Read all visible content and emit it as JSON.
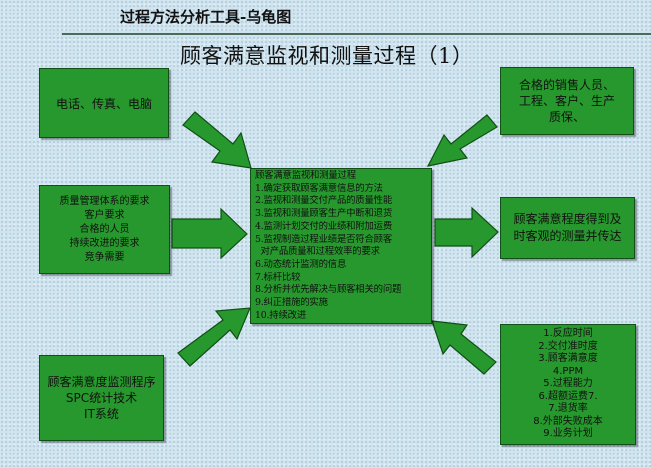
{
  "header": {
    "title": "过程方法分析工具-乌龟图",
    "main_title": "顾客满意监视和测量过程（1）"
  },
  "boxes": {
    "devices": {
      "lines": [
        "电话、传真、电脑"
      ]
    },
    "inputs": {
      "lines": [
        "质量管理体系的要求",
        "客户要求",
        "合格的人员",
        "持续改进的要求",
        "竞争需要"
      ]
    },
    "procedures": {
      "lines": [
        "顾客满意度监测程序",
        "SPC统计技术",
        "IT系统"
      ]
    },
    "personnel": {
      "lines": [
        "合格的销售人员、",
        "工程、客户、生产",
        "质保、"
      ]
    },
    "process": {
      "title": "顾客满意监视和测量过程",
      "steps": [
        "1.确定获取顾客满意信息的方法",
        "2.监视和测量交付产品的质量性能",
        "3.监视和测量顾客生产中断和退货",
        "4.监测计划交付的业绩和附加运费",
        "5.监视制造过程业绩是否符合顾客",
        "  对产品质量和过程效率的要求",
        "6.动态统计监测的信息",
        "7.标杆比较",
        "8.分析并优先解决与顾客相关的问题",
        "9.纠正措施的实施",
        "10.持续改进"
      ]
    },
    "output": {
      "lines": [
        "顾客满意程度得到及",
        "时客观的测量并传达"
      ]
    },
    "metrics": {
      "lines": [
        "1.反应时间",
        "2.交付准时度",
        "3.顾客满意度",
        "4.PPM",
        "5.过程能力",
        "6.超额运费7.",
        "7.退货率",
        "8.外部失败成本",
        "9.业务计划"
      ]
    }
  },
  "colors": {
    "box_fill": "#27982d",
    "box_border": "#114f16",
    "arrow_fill": "#27982d",
    "background": "#cfe4ef"
  }
}
